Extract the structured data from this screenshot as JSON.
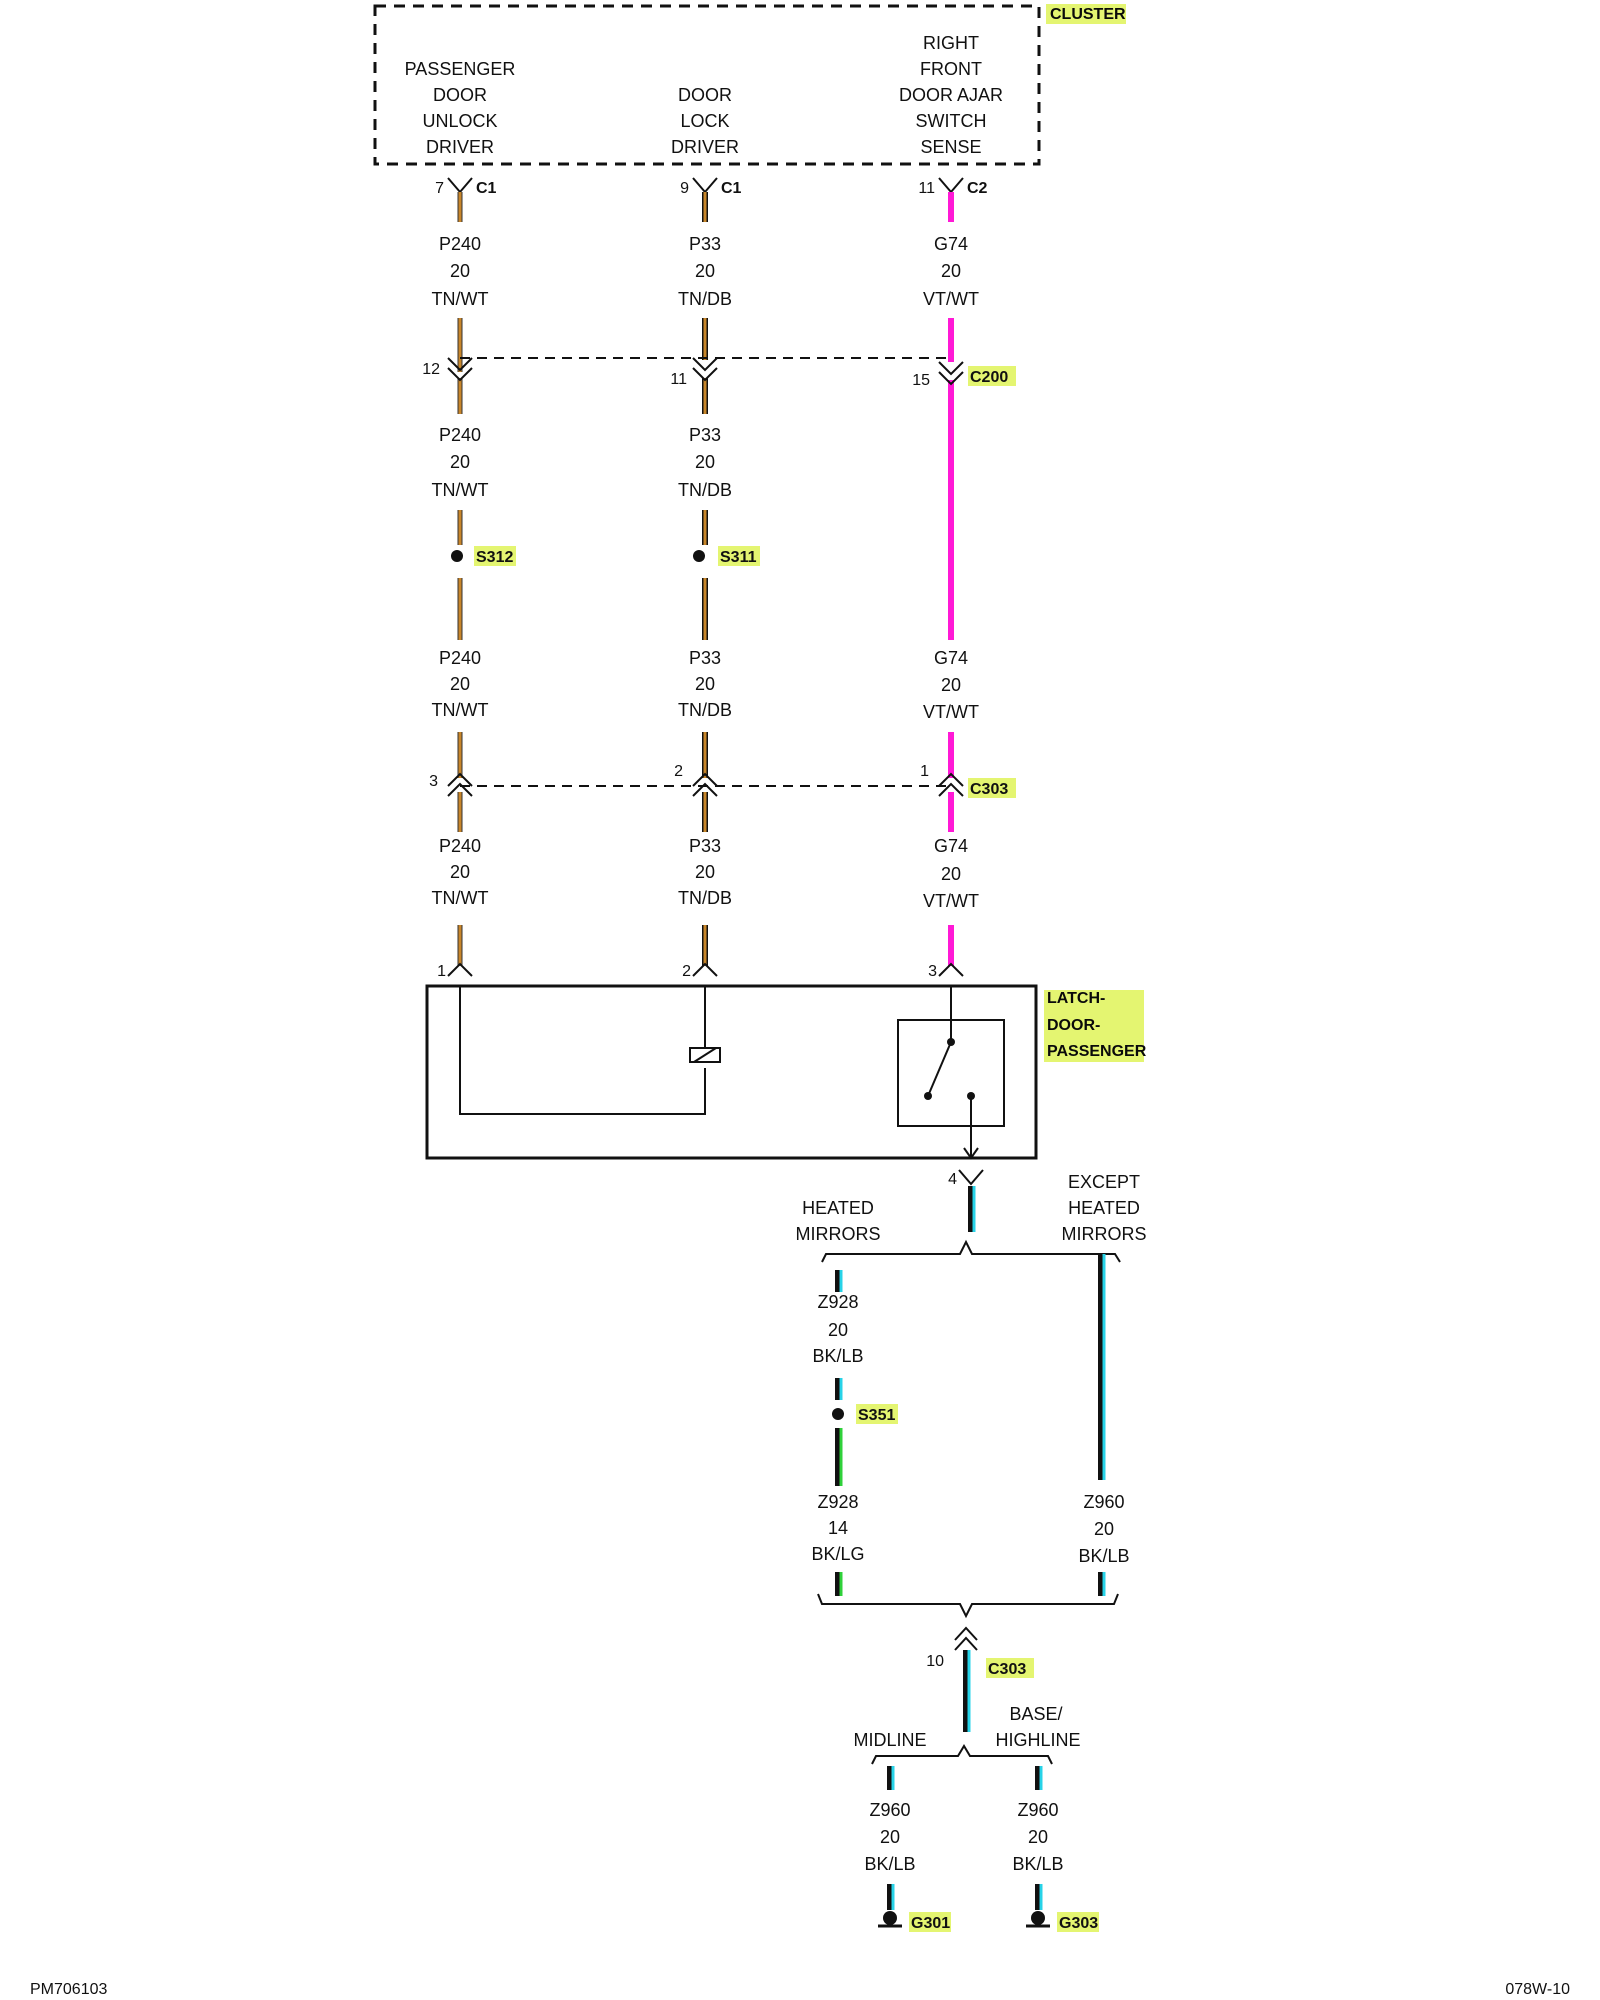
{
  "cluster": {
    "tag": "CLUSTER",
    "func1": [
      "PASSENGER",
      "DOOR",
      "UNLOCK",
      "DRIVER"
    ],
    "func2": [
      "DOOR",
      "LOCK",
      "DRIVER"
    ],
    "func3": [
      "RIGHT",
      "FRONT",
      "DOOR AJAR",
      "SWITCH",
      "SENSE"
    ],
    "pins": {
      "p1": "7",
      "c1": "C1",
      "p2": "9",
      "c2": "C1",
      "p3": "11",
      "c3": "C2"
    }
  },
  "wires": {
    "w240": {
      "circuit": "P240",
      "gauge": "20",
      "color": "TN/WT"
    },
    "w33": {
      "circuit": "P33",
      "gauge": "20",
      "color": "TN/DB"
    },
    "w74": {
      "circuit": "G74",
      "gauge": "20",
      "color": "VT/WT"
    },
    "z928a": {
      "circuit": "Z928",
      "gauge": "20",
      "color": "BK/LB"
    },
    "z928b": {
      "circuit": "Z928",
      "gauge": "14",
      "color": "BK/LG"
    },
    "z960": {
      "circuit": "Z960",
      "gauge": "20",
      "color": "BK/LB"
    }
  },
  "connectors": {
    "c200": {
      "name": "C200",
      "pin1": "12",
      "pin2": "11",
      "pin3": "15"
    },
    "c303": {
      "name": "C303",
      "pin1": "3",
      "pin2": "2",
      "pin3": "1"
    },
    "c303b": {
      "name": "C303",
      "pin": "10"
    }
  },
  "splices": {
    "s312": "S312",
    "s311": "S311",
    "s351": "S351"
  },
  "latch": {
    "tag": [
      "LATCH-",
      "DOOR-",
      "PASSENGER"
    ],
    "pins": {
      "p1": "1",
      "p2": "2",
      "p3": "3",
      "p4": "4"
    }
  },
  "branches": {
    "heated": [
      "HEATED",
      "MIRRORS"
    ],
    "except": [
      "EXCEPT",
      "HEATED",
      "MIRRORS"
    ],
    "midline": "MIDLINE",
    "base": [
      "BASE/",
      "HIGHLINE"
    ]
  },
  "grounds": {
    "g301": "G301",
    "g303": "G303"
  },
  "footer": {
    "left": "PM706103",
    "right": "078W-10"
  },
  "colors": {
    "violet_wire": "#ff19d6",
    "tan_wire": "#c8862a",
    "light_blue_wire": "#28d3e8",
    "light_green_wire": "#2fd13a",
    "highlight": "#e4f571"
  }
}
